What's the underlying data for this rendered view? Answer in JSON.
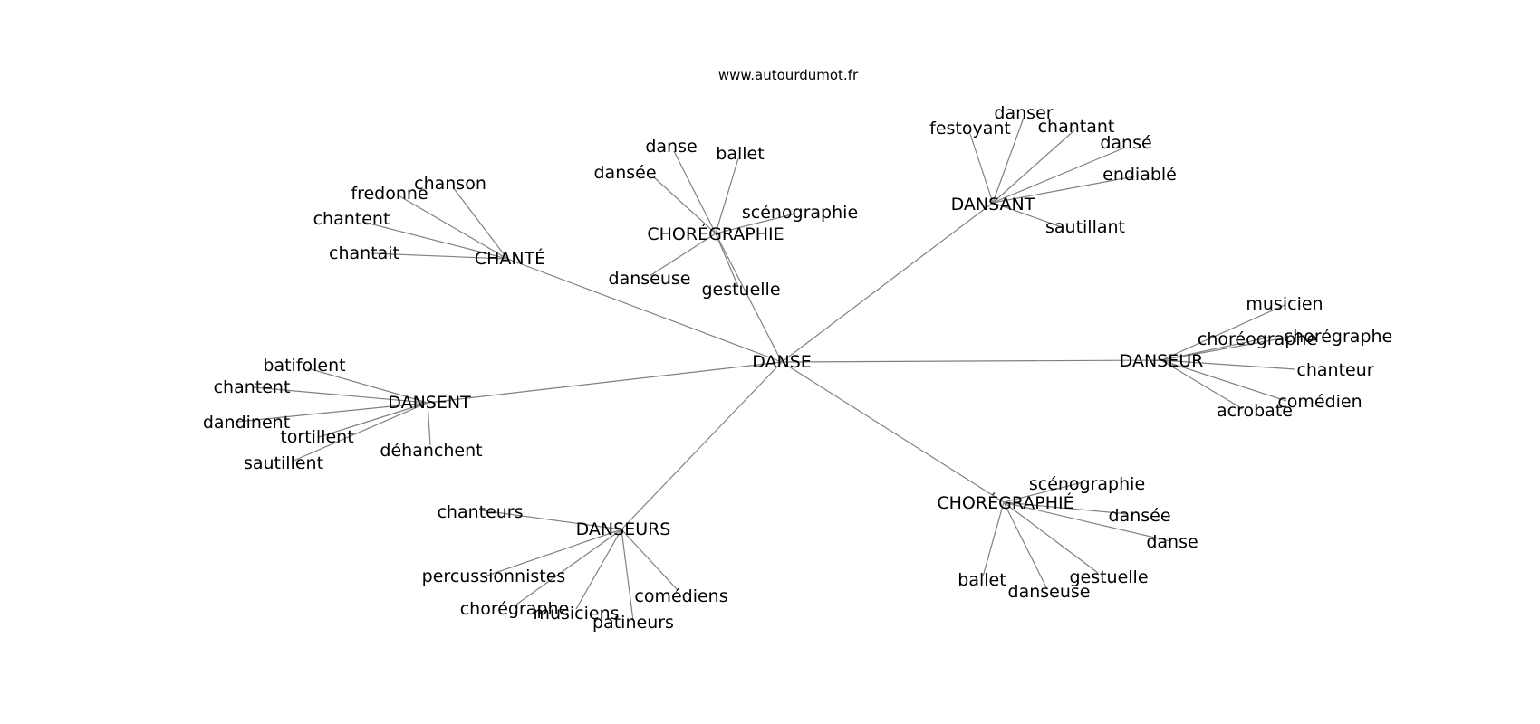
{
  "watermark": "www.autourdumot.fr",
  "root": "DANSE",
  "clusters": [
    {
      "label": "CHANTÉ",
      "leaves": [
        "chanson",
        "fredonne",
        "chantent",
        "chantait"
      ]
    },
    {
      "label": "CHORÉGRAPHIE",
      "leaves": [
        "danse",
        "ballet",
        "dansée",
        "scénographie",
        "danseuse",
        "gestuelle"
      ]
    },
    {
      "label": "DANSANT",
      "leaves": [
        "danser",
        "festoyant",
        "chantant",
        "dansé",
        "endiablé",
        "sautillant"
      ]
    },
    {
      "label": "DANSEUR",
      "leaves": [
        "musicien",
        "choréographe",
        "chorégraphe",
        "chanteur",
        "comédien",
        "acrobate"
      ]
    },
    {
      "label": "DANSENT",
      "leaves": [
        "batifolent",
        "chantent",
        "dandinent",
        "tortillent",
        "sautillent",
        "déhanchent"
      ]
    },
    {
      "label": "DANSEURS",
      "leaves": [
        "chanteurs",
        "percussionnistes",
        "chorégraphe",
        "musiciens",
        "patineurs",
        "comédiens"
      ]
    },
    {
      "label": "CHORÉGRAPHIÉ",
      "leaves": [
        "scénographie",
        "dansée",
        "danse",
        "gestuelle",
        "danseuse",
        "ballet"
      ]
    }
  ]
}
